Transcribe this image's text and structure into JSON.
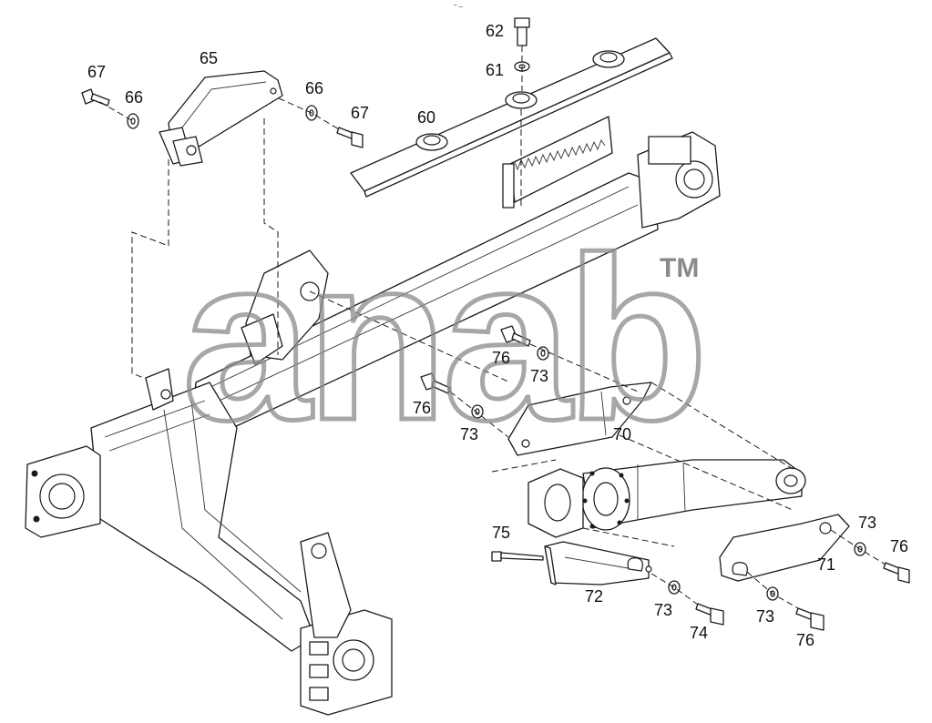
{
  "diagram": {
    "callouts": [
      {
        "id": "c-67a",
        "label": "67"
      },
      {
        "id": "c-66a",
        "label": "66"
      },
      {
        "id": "c-65",
        "label": "65"
      },
      {
        "id": "c-66b",
        "label": "66"
      },
      {
        "id": "c-67b",
        "label": "67"
      },
      {
        "id": "c-62",
        "label": "62"
      },
      {
        "id": "c-61",
        "label": "61"
      },
      {
        "id": "c-60",
        "label": "60"
      },
      {
        "id": "c-76a",
        "label": "76"
      },
      {
        "id": "c-73a",
        "label": "73"
      },
      {
        "id": "c-76b",
        "label": "76"
      },
      {
        "id": "c-73b",
        "label": "73"
      },
      {
        "id": "c-70",
        "label": "70"
      },
      {
        "id": "c-73c",
        "label": "73"
      },
      {
        "id": "c-76c",
        "label": "76"
      },
      {
        "id": "c-75",
        "label": "75"
      },
      {
        "id": "c-71",
        "label": "71"
      },
      {
        "id": "c-72",
        "label": "72"
      },
      {
        "id": "c-73d",
        "label": "73"
      },
      {
        "id": "c-74",
        "label": "74"
      },
      {
        "id": "c-73e",
        "label": "73"
      },
      {
        "id": "c-76d",
        "label": "76"
      }
    ]
  },
  "watermark": {
    "text": "anab",
    "tm": "TM",
    "tiny": "~ ..."
  },
  "colors": {
    "line": "#1a1a1a",
    "watermark": "#8a8a8a",
    "background": "#ffffff"
  }
}
